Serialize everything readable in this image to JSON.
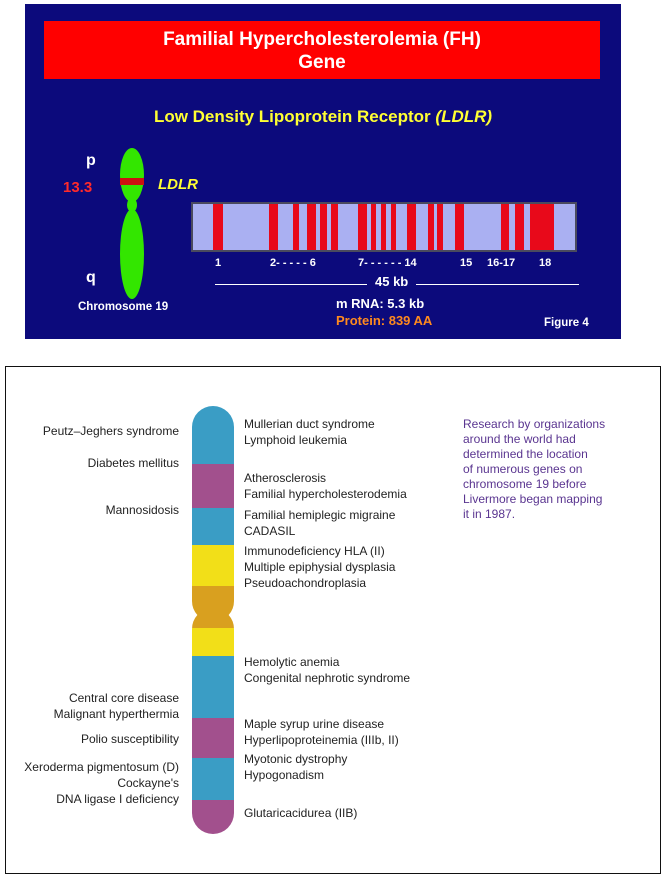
{
  "slide": {
    "title_line1": "Familial Hypercholesterolemia (FH)",
    "title_line2": "Gene",
    "subtitle_prefix": "Low Density Lipoprotein Receptor ",
    "subtitle_abbr": "(LDLR)",
    "p_arm": "p",
    "q_arm": "q",
    "band": "13.3",
    "gene_label": "LDLR",
    "chromosome_label": "Chromosome 19",
    "exon_numbers": [
      "1",
      "2- - - - - 6",
      "7- - - - - - 14",
      "15",
      "16-17",
      "18"
    ],
    "length": "45 kb",
    "mrna": "m RNA: 5.3 kb",
    "protein": "Protein: 839 AA",
    "figure": "Figure 4",
    "colors": {
      "background": "#0c0a7c",
      "title_bar": "#ff0000",
      "exon": "#e8091a",
      "gene_bar": "#aab0f2",
      "chromosome": "#33e600"
    }
  },
  "chromosome19": {
    "left_labels": [
      "Peutz–Jeghers syndrome",
      "Diabetes mellitus",
      "Mannosidosis",
      "Central core disease",
      "Malignant hyperthermia",
      "Polio susceptibility",
      "Xeroderma pigmentosum (D)",
      "Cockayne's",
      "DNA ligase I deficiency"
    ],
    "right_labels": [
      "Mullerian duct syndrome",
      "Lymphoid leukemia",
      "Atherosclerosis",
      "Familial hypercholesterodemia",
      "Familial hemiplegic migraine",
      "CADASIL",
      "Immunodeficiency HLA (II)",
      "Multiple epiphysial dysplasia",
      "Pseudoachondroplasia",
      "Hemolytic anemia",
      "Congenital nephrotic syndrome",
      "Maple syrup urine disease",
      "Hyperlipoproteinemia (IIIb, II)",
      "Myotonic dystrophy",
      "Hypogonadism",
      "Glutaricacidurea (IIB)"
    ],
    "research_lines": [
      "Research by organizations",
      "around the world had",
      "determined the location",
      "of numerous genes on",
      "chromosome 19 before",
      "Livermore began mapping",
      "it in 1987."
    ],
    "colors": {
      "blue": "#3a9dc5",
      "purple": "#a2508d",
      "yellow": "#f2df18",
      "orange": "#d9a01f",
      "research_text": "#5a3590"
    }
  }
}
